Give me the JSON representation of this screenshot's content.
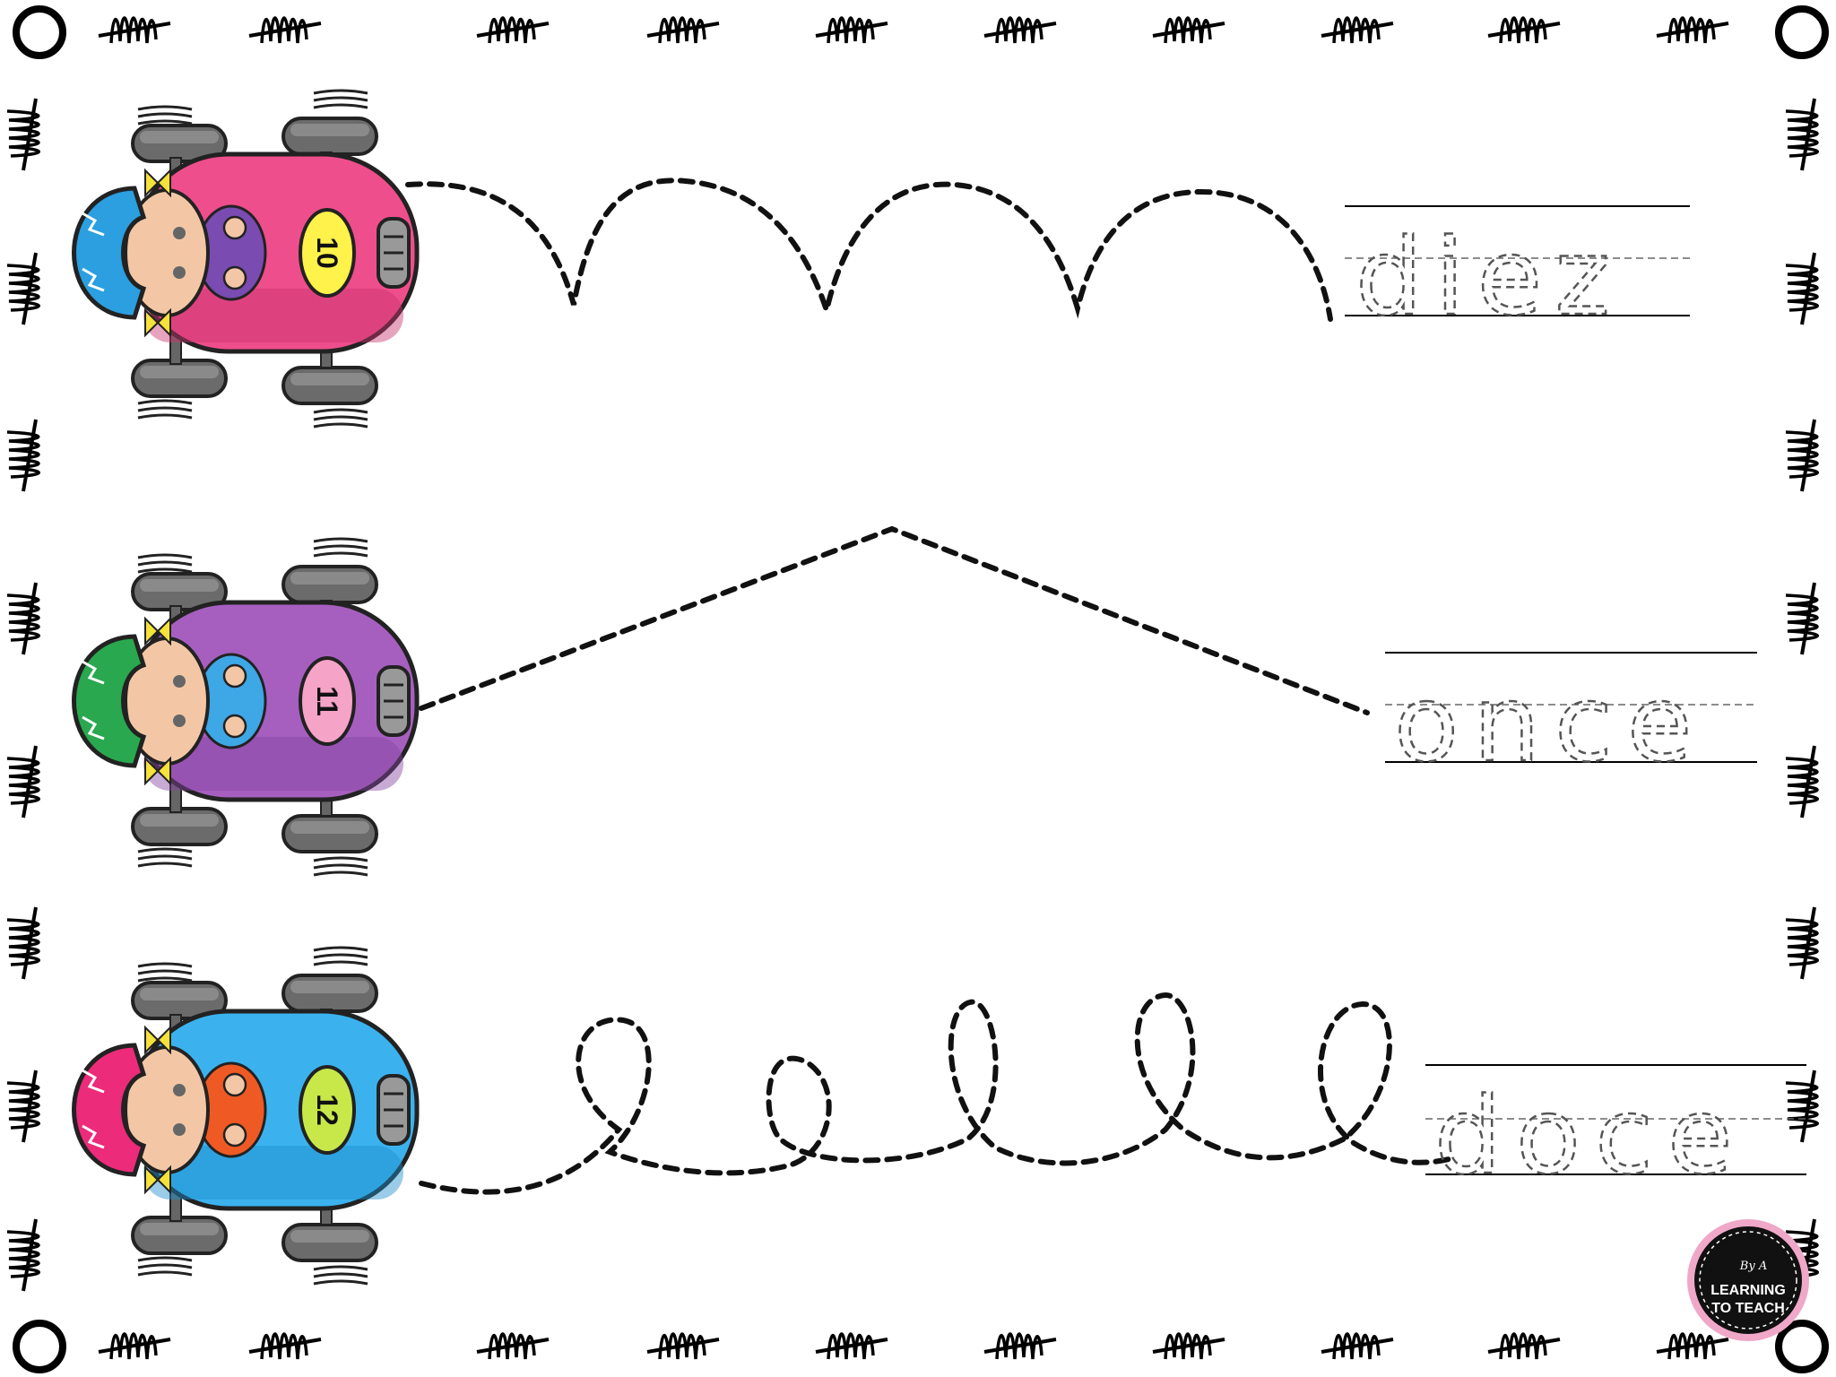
{
  "worksheet": {
    "rows": [
      {
        "number": "10",
        "word": "diez",
        "body_color": "#ee4e8b",
        "body_shade": "#c9356f",
        "helmet_color": "#2b9fe0",
        "badge_color": "#fff24a",
        "shirt_color": "#7a4bb0",
        "path_style": "scallops"
      },
      {
        "number": "11",
        "word": "once",
        "body_color": "#a65fbf",
        "body_shade": "#86449f",
        "helmet_color": "#2aa84f",
        "badge_color": "#f6a3c8",
        "shirt_color": "#3ea7e6",
        "path_style": "peak"
      },
      {
        "number": "12",
        "word": "doce",
        "body_color": "#3bb2ee",
        "body_shade": "#1f8fcc",
        "helmet_color": "#ec2b7a",
        "badge_color": "#c8e84a",
        "shirt_color": "#ef5a24",
        "path_style": "loops"
      }
    ]
  },
  "logo": {
    "line1": "By A",
    "line2": "LEARNING",
    "line3": "TO TEACH"
  },
  "icons": {
    "corner": "ring-icon",
    "border": "scribble-icon",
    "car": "race-car-icon"
  }
}
